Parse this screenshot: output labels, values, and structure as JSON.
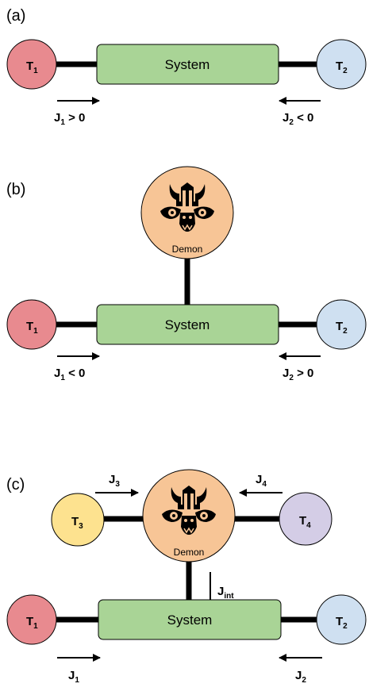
{
  "colors": {
    "hot": "#e88a8f",
    "cold": "#cfe0f1",
    "system": "#a9d496",
    "demon": "#f7c596",
    "t3": "#fde28f",
    "t4": "#d4cde6"
  },
  "panel_a": {
    "label": "(a)",
    "system": "System",
    "t_left": {
      "main": "T",
      "sub": "1"
    },
    "t_right": {
      "main": "T",
      "sub": "2"
    },
    "j_left": {
      "main": "J",
      "sub": "1",
      "rel": " > 0"
    },
    "j_right": {
      "main": "J",
      "sub": "2",
      "rel": " < 0"
    }
  },
  "panel_b": {
    "label": "(b)",
    "system": "System",
    "demon": "Demon",
    "t_left": {
      "main": "T",
      "sub": "1"
    },
    "t_right": {
      "main": "T",
      "sub": "2"
    },
    "j_left": {
      "main": "J",
      "sub": "1",
      "rel": " < 0"
    },
    "j_right": {
      "main": "J",
      "sub": "2",
      "rel": " > 0"
    }
  },
  "panel_c": {
    "label": "(c)",
    "system": "System",
    "demon": "Demon",
    "t_left": {
      "main": "T",
      "sub": "1"
    },
    "t_right": {
      "main": "T",
      "sub": "2"
    },
    "t3": {
      "main": "T",
      "sub": "3"
    },
    "t4": {
      "main": "T",
      "sub": "4"
    },
    "j1": {
      "main": "J",
      "sub": "1"
    },
    "j2": {
      "main": "J",
      "sub": "2"
    },
    "j3": {
      "main": "J",
      "sub": "3"
    },
    "j4": {
      "main": "J",
      "sub": "4"
    },
    "jint": {
      "main": "J",
      "sub": "int"
    }
  }
}
